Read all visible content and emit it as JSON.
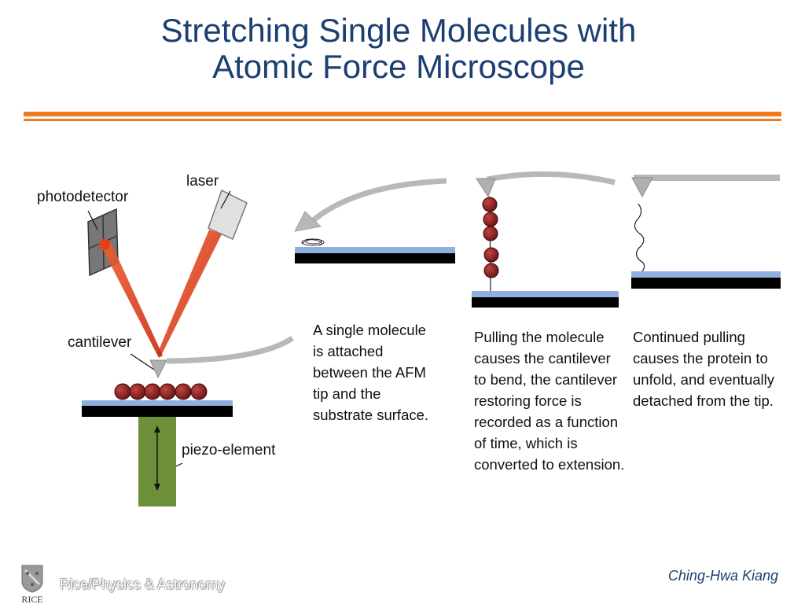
{
  "title": {
    "line1": "Stretching Single Molecules with",
    "line2": "Atomic Force Microscope"
  },
  "labels": {
    "laser": "laser",
    "photodetector": "photodetector",
    "cantilever": "cantilever",
    "piezo": "piezo-element"
  },
  "captions": {
    "step1": [
      "A single molecule",
      "is attached",
      "between the AFM",
      "tip and the",
      "substrate surface."
    ],
    "step2": [
      "Pulling the molecule",
      "causes the cantilever",
      "to bend, the cantilever",
      "restoring force is",
      "recorded as a function",
      "of time, which is",
      "converted to extension."
    ],
    "step3": [
      "Continued pulling",
      "causes the protein to",
      "unfold, and eventually",
      "detached from the tip."
    ]
  },
  "footer": {
    "institution": "Rice/Physics & Astronomy",
    "author": "Ching-Hwa Kiang",
    "logo_text": "RICE"
  },
  "colors": {
    "title": "#1c3f72",
    "rule": "#f07a1e",
    "substrate_top": "#8fb0de",
    "substrate_base": "#000000",
    "piezo": "#6e8f3a",
    "laser": "#e2401c",
    "bead": "#8a1f24",
    "arrow": "#b8b8b8"
  }
}
